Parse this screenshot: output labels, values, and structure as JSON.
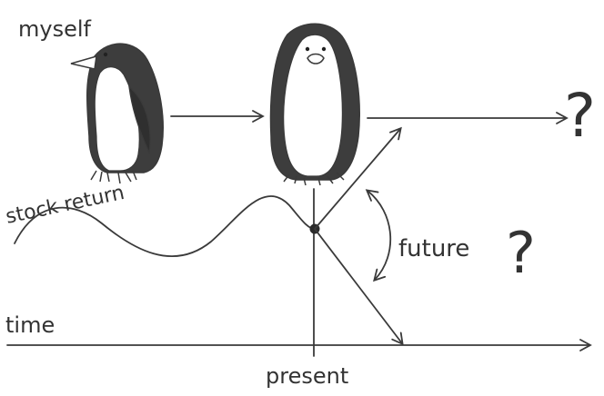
{
  "labels": {
    "myself": "myself",
    "stock_return": "stock return",
    "time": "time",
    "present": "present",
    "future": "future",
    "question": "?"
  },
  "colors": {
    "ink": "#3a3a3a",
    "penguin_dark": "#3d3d3d",
    "penguin_light": "#ffffff"
  },
  "icons": {
    "penguin_side": "penguin-side-icon",
    "penguin_front": "penguin-front-icon"
  }
}
